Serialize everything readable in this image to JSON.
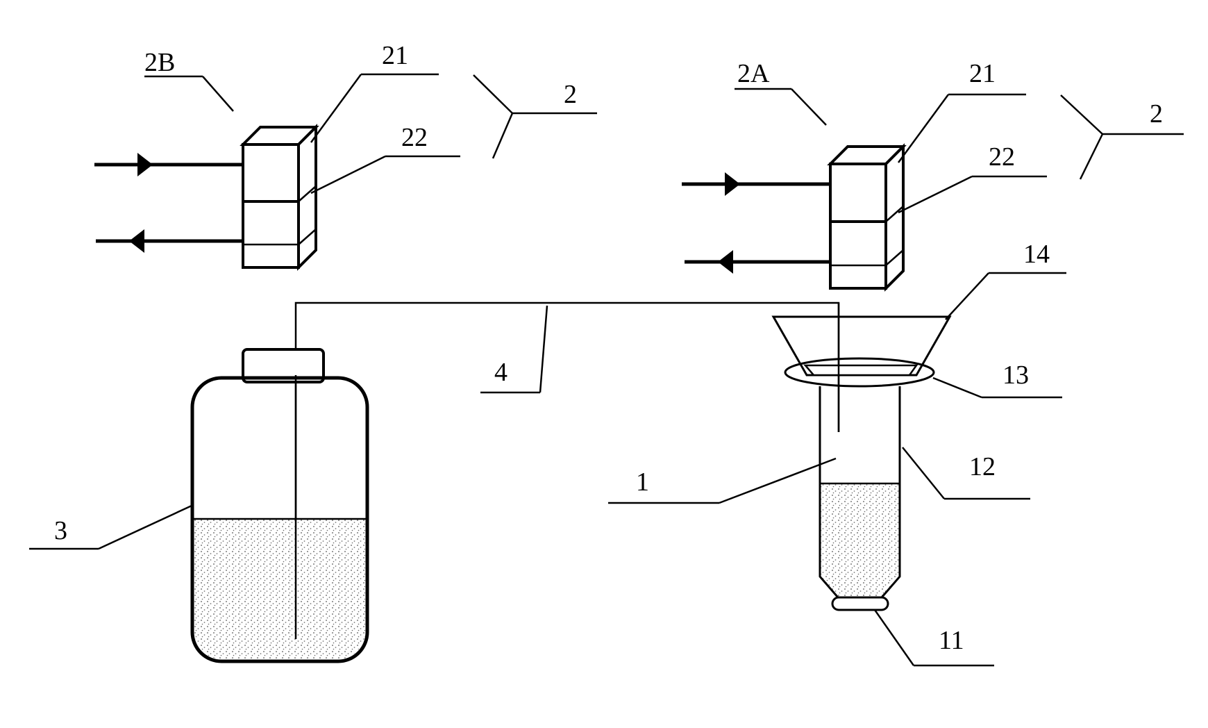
{
  "labels": {
    "module_left": "2B",
    "module_right": "2A",
    "top_block_left": "21",
    "bottom_block_left": "22",
    "top_block_right": "21",
    "bottom_block_right": "22",
    "assembly_left": "2",
    "assembly_right": "2",
    "tube": "4",
    "bottle": "3",
    "column": "1",
    "column_wall": "12",
    "ring": "13",
    "funnel": "14",
    "outlet": "11"
  }
}
